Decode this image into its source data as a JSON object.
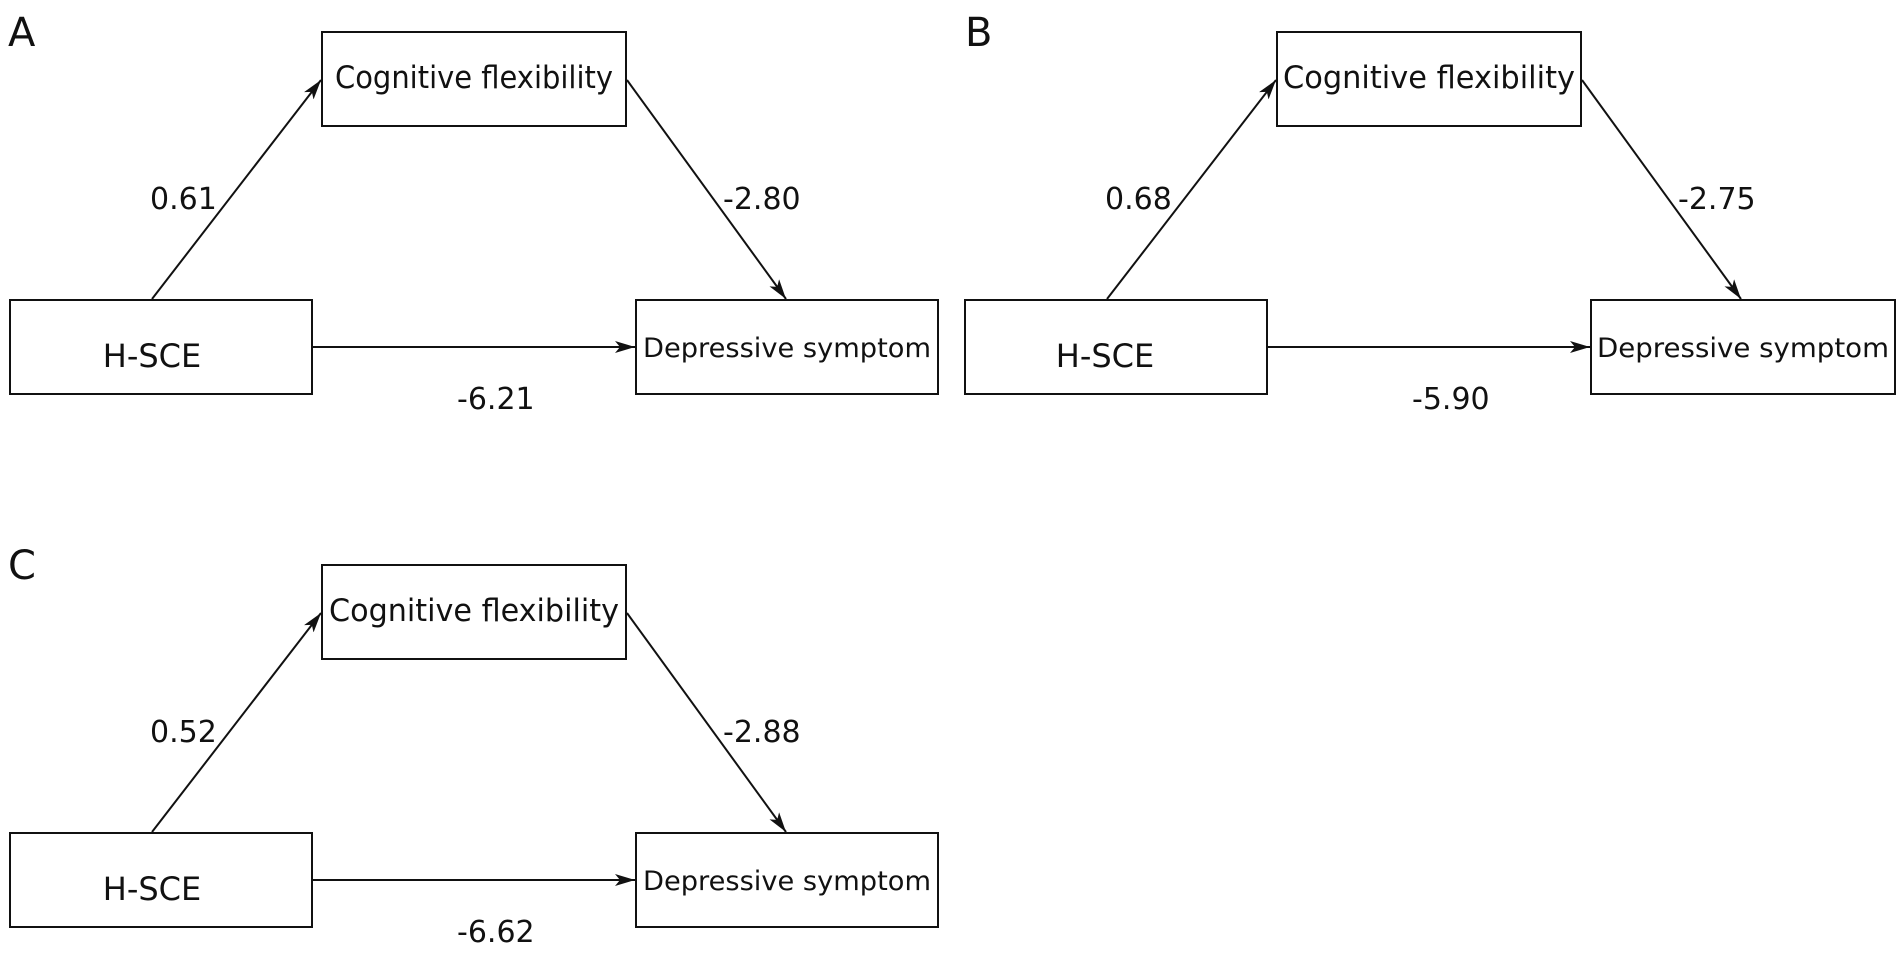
{
  "panels": [
    {
      "letter": "A",
      "nodes": {
        "mediator": "Cognitive flexibility",
        "predictor": "H-SCE",
        "outcome": "Depressive symptom"
      },
      "paths": {
        "a": "0.61",
        "b": "-2.80",
        "c": "-6.21"
      }
    },
    {
      "letter": "B",
      "nodes": {
        "mediator": "Cognitive flexibility",
        "predictor": "H-SCE",
        "outcome": "Depressive symptom"
      },
      "paths": {
        "a": "0.68",
        "b": "-2.75",
        "c": "-5.90"
      }
    },
    {
      "letter": "C",
      "nodes": {
        "mediator": "Cognitive flexibility",
        "predictor": "H-SCE",
        "outcome": "Depressive symptom"
      },
      "paths": {
        "a": "0.52",
        "b": "-2.88",
        "c": "-6.62"
      }
    }
  ]
}
